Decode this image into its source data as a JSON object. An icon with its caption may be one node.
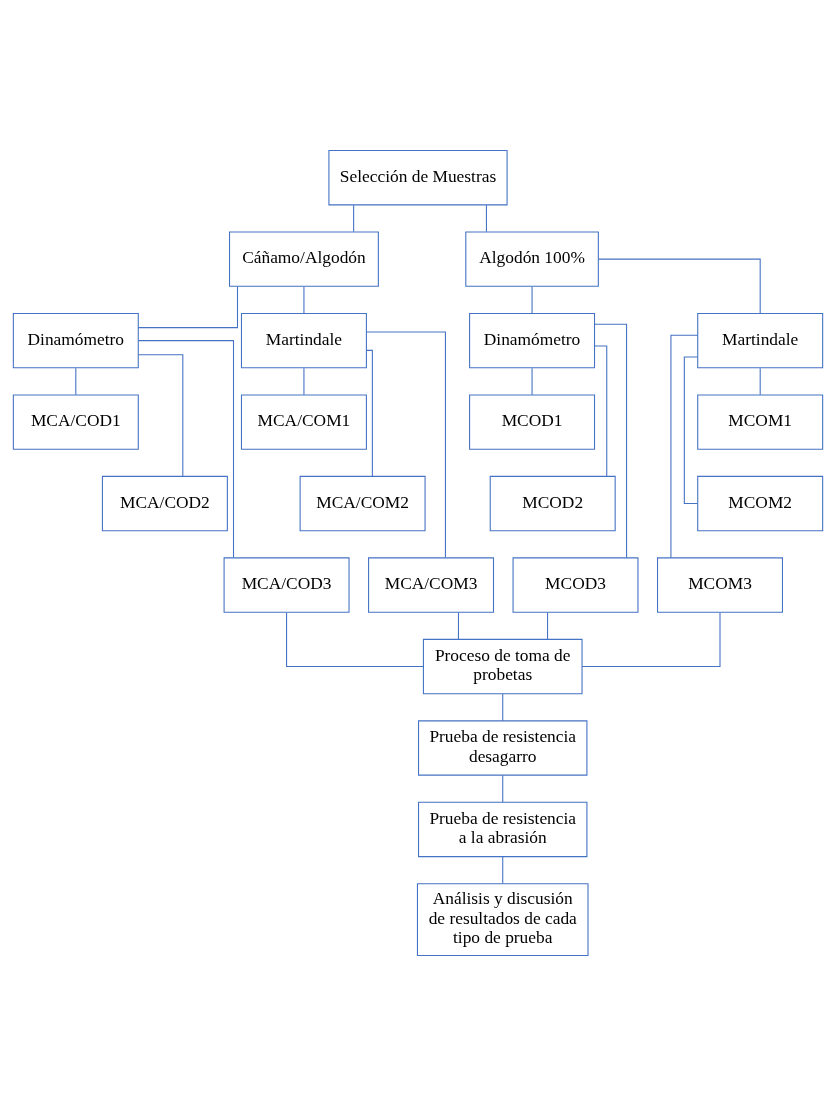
{
  "diagram": {
    "nodes": [
      {
        "text": [
          "Selección de Muestras"
        ]
      },
      {
        "text": [
          "Cáñamo/Algodón"
        ]
      },
      {
        "text": [
          "Algodón 100%"
        ]
      },
      {
        "text": [
          "Dinamómetro"
        ]
      },
      {
        "text": [
          "Martindale"
        ]
      },
      {
        "text": [
          "Dinamómetro"
        ]
      },
      {
        "text": [
          "Martindale"
        ]
      },
      {
        "text": [
          "MCA/COD1"
        ]
      },
      {
        "text": [
          "MCA/COM1"
        ]
      },
      {
        "text": [
          "MCOD1"
        ]
      },
      {
        "text": [
          "MCOM1"
        ]
      },
      {
        "text": [
          "MCA/COD2"
        ]
      },
      {
        "text": [
          "MCA/COM2"
        ]
      },
      {
        "text": [
          "MCOD2"
        ]
      },
      {
        "text": [
          "MCOM2"
        ]
      },
      {
        "text": [
          "MCA/COD3"
        ]
      },
      {
        "text": [
          "MCA/COM3"
        ]
      },
      {
        "text": [
          "MCOD3"
        ]
      },
      {
        "text": [
          "MCOM3"
        ]
      },
      {
        "text": [
          "Proceso de toma de probetas"
        ]
      },
      {
        "text": [
          "Prueba de resistencia desagarro"
        ]
      },
      {
        "text": [
          "Prueba de resistencia a la abrasión"
        ]
      },
      {
        "text": [
          "Análisis y discusión de resultados de cada tipo de prueba"
        ]
      }
    ],
    "edges": [
      {
        "from": 0,
        "to": 1,
        "arrow": "none"
      },
      {
        "from": 0,
        "to": 2,
        "arrow": "none"
      },
      {
        "from": 1,
        "to": 3,
        "arrow": "none"
      },
      {
        "from": 1,
        "to": 4,
        "arrow": "none"
      },
      {
        "from": 2,
        "to": 5,
        "arrow": "none"
      },
      {
        "from": 2,
        "to": 6,
        "arrow": "none"
      },
      {
        "from": 3,
        "to": 7,
        "arrow": "none"
      },
      {
        "from": 3,
        "to": 11,
        "arrow": "none"
      },
      {
        "from": 3,
        "to": 15,
        "arrow": "none"
      },
      {
        "from": 4,
        "to": 8,
        "arrow": "none"
      },
      {
        "from": 4,
        "to": 12,
        "arrow": "none"
      },
      {
        "from": 4,
        "to": 16,
        "arrow": "none"
      },
      {
        "from": 5,
        "to": 9,
        "arrow": "none"
      },
      {
        "from": 5,
        "to": 13,
        "arrow": "none"
      },
      {
        "from": 5,
        "to": 17,
        "arrow": "none"
      },
      {
        "from": 6,
        "to": 10,
        "arrow": "none"
      },
      {
        "from": 6,
        "to": 14,
        "arrow": "none"
      },
      {
        "from": 6,
        "to": 18,
        "arrow": "none"
      },
      {
        "from": 15,
        "to": 19,
        "arrow": "none"
      },
      {
        "from": 16,
        "to": 19,
        "arrow": "none"
      },
      {
        "from": 17,
        "to": 19,
        "arrow": "none"
      },
      {
        "from": 18,
        "to": 19,
        "arrow": "none"
      },
      {
        "from": 19,
        "to": 20,
        "arrow": "none"
      },
      {
        "from": 20,
        "to": 21,
        "arrow": "none"
      },
      {
        "from": 21,
        "to": 22,
        "arrow": "none"
      }
    ]
  }
}
